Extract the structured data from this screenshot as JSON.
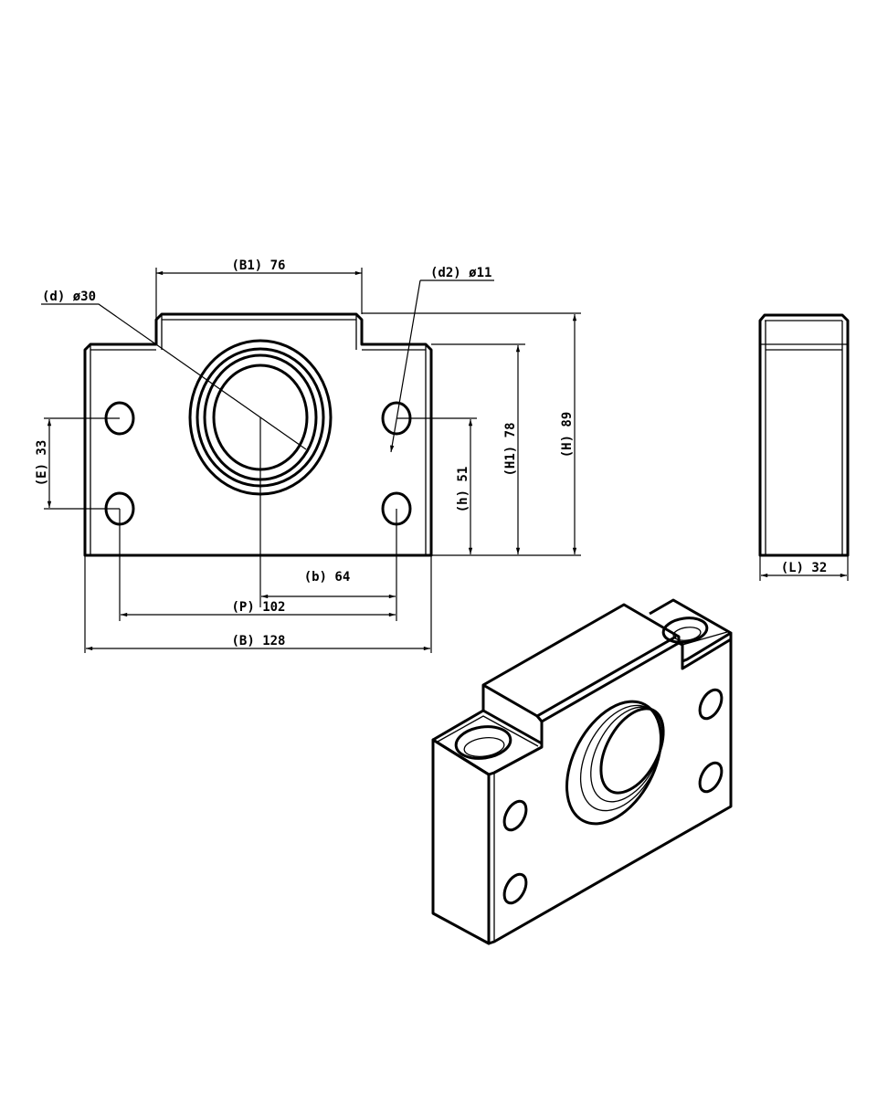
{
  "drawing": {
    "front_view": {
      "dimensions": {
        "B1": "(B1) 76",
        "d": "(d) ø30",
        "d2": "(d2) ø11",
        "H": "(H) 89",
        "H1": "(H1) 78",
        "h": "(h) 51",
        "E": "(E) 33",
        "b": "(b) 64",
        "P": "(P) 102",
        "B": "(B) 128"
      }
    },
    "side_view": {
      "dimensions": {
        "L": "(L) 32"
      }
    },
    "line_color": "#000000",
    "background_color": "#ffffff"
  }
}
